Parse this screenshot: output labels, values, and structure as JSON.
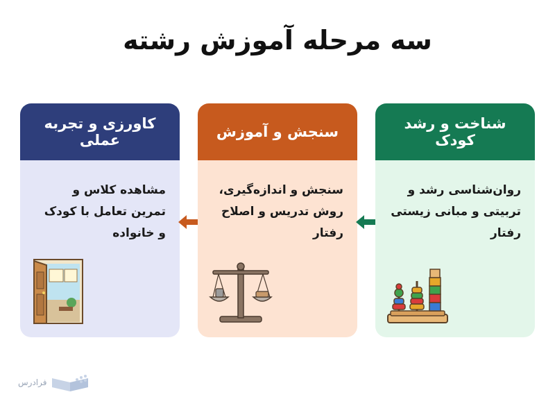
{
  "title": "سه مرحله آموزش رشته",
  "cards": [
    {
      "header": "شناخت و رشد کودک",
      "lines": [
        "روان‌شناسی رشد و",
        "تربیتی و مبانی زیستی",
        "رفتار"
      ],
      "header_color": "#157a53",
      "body_color": "#e3f6ea",
      "icon": "stacking-toy-icon"
    },
    {
      "header": "سنجش و آموزش",
      "lines": [
        "سنجش و اندازه‌گیری،",
        "روش تدریس و اصلاح",
        "رفتار"
      ],
      "header_color": "#c75a1e",
      "body_color": "#fde3d2",
      "icon": "balance-scale-icon"
    },
    {
      "header": "کاورزی و تجربه عملی",
      "lines": [
        "مشاهده کلاس و",
        "تمرین تعامل با کودک",
        "و خانواده"
      ],
      "header_color": "#2e3e7b",
      "body_color": "#e4e6f7",
      "icon": "open-door-icon"
    }
  ],
  "arrows": [
    {
      "color": "#157a53",
      "icon": "arrow-left-icon"
    },
    {
      "color": "#c75a1e",
      "icon": "arrow-left-icon"
    }
  ],
  "brand": {
    "text": "فرادرس"
  }
}
